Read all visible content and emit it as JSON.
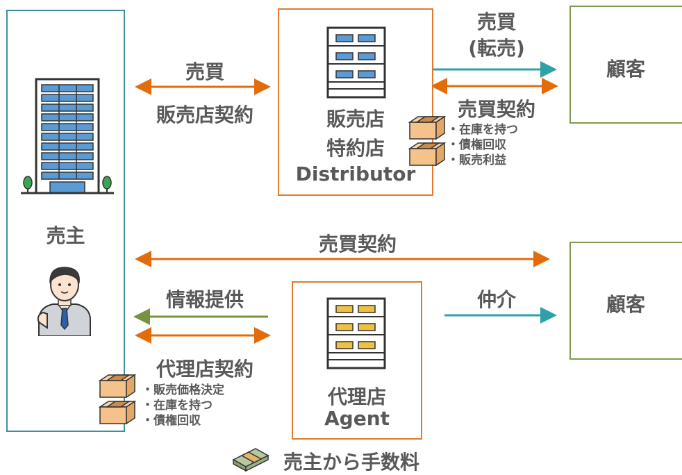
{
  "colors": {
    "seller_border": "#3f8fa0",
    "store_border": "#e07a2e",
    "customer_border": "#7f9a52",
    "arrow_orange": "#e36c0a",
    "arrow_teal": "#2ea0a8",
    "arrow_green": "#77933c",
    "text": "#595959"
  },
  "seller": {
    "label": "売主"
  },
  "distributor": {
    "label_line1": "販売店",
    "label_line2": "特約店",
    "label_line3": "Distributor"
  },
  "agent": {
    "label_line1": "代理店",
    "label_line2": "Agent"
  },
  "customer_top": {
    "label": "顧客"
  },
  "customer_bottom": {
    "label": "顧客"
  },
  "arrows": {
    "seller_distributor_top": "売買",
    "seller_distributor_bottom": "販売店契約",
    "distributor_customer_line1": "売買",
    "distributor_customer_line2": "(転売)",
    "distributor_contract": "売買契約",
    "seller_customer": "売買契約",
    "agent_info": "情報提供",
    "agent_contract": "代理店契約",
    "agent_customer": "仲介"
  },
  "distributor_notes": [
    "・在庫を持つ",
    "・債権回収",
    "・販売利益"
  ],
  "agent_notes": [
    "・販売価格決定",
    "・在庫を持つ",
    "・債権回収"
  ],
  "commission": "売主から手数料",
  "icons": {
    "seller_building": "office-building-icon",
    "distributor_building": "store-building-icon",
    "agent_building": "agent-building-icon",
    "seller_person": "businessman-icon",
    "boxes": "cardboard-box-icon",
    "money": "money-bundle-icon"
  }
}
